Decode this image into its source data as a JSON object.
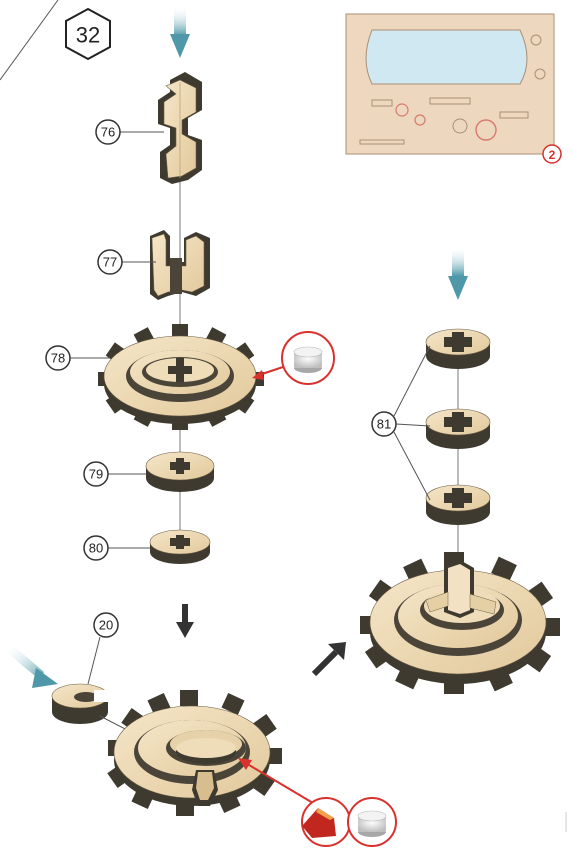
{
  "step": {
    "number": "32"
  },
  "sheet": {
    "badge": "2"
  },
  "parts": [
    {
      "id": "p76",
      "label": "76"
    },
    {
      "id": "p77",
      "label": "77"
    },
    {
      "id": "p78",
      "label": "78"
    },
    {
      "id": "p79",
      "label": "79"
    },
    {
      "id": "p80",
      "label": "80"
    },
    {
      "id": "p81",
      "label": "81"
    },
    {
      "id": "p20",
      "label": "20"
    }
  ],
  "colors": {
    "wood": "#e8d3ac",
    "wood_light": "#f3e4c6",
    "wood_edge": "#4b4438",
    "arrow_blue": "#5a9fb0",
    "accent_red": "#d9312d",
    "sheet_bg": "#eed7bf"
  },
  "icons": {
    "candle": "tealight-candle-icon",
    "wax_block": "wax-block-icon"
  }
}
